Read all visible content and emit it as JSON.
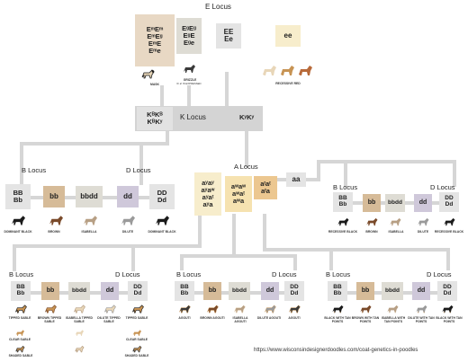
{
  "colors": {
    "black": "#1a1a1a",
    "brown": "#7a4a2a",
    "isabella": "#b79f84",
    "dilute": "#9a9a9a",
    "tan": "#c79353",
    "red": "#b86a3a",
    "cream": "#e8d6b8",
    "line": "#d6d6d6"
  },
  "e_locus": {
    "title": "E Locus",
    "mask_box": "EᵐEᵐ\nEᵐEᵍ\nEᵐE\nEᵐe",
    "mask_label": "MASK",
    "grizzle_box": "EᵍEᵍ\nEᵍE\nEᵍe",
    "grizzle_label": "GRIZZLE",
    "grizzle_note": "IF aʸ IS EXPRESSED",
    "ee_box": "EE\nEe",
    "recessive_box": "ee",
    "recessive_label": "RECESSIVE RED"
  },
  "k_locus": {
    "left_box": "KᴮKᴮ\nKᴮKʸ",
    "title": "K Locus",
    "right_box": "KʸKʸ"
  },
  "left_branch": {
    "b_title": "B Locus",
    "d_title": "D Locus",
    "bb_dom": "BB\nBb",
    "bb": "bb",
    "bbdd": "bbdd",
    "dd": "dd",
    "dd_dom": "DD\nDd",
    "labels": [
      "DOMINANT BLACK",
      "BROWN",
      "ISABELLA",
      "DILUTE",
      "DOMINANT BLACK"
    ]
  },
  "a_locus": {
    "title": "A Locus",
    "sable_box": "aʸaʸ\naʸaʷ\naʸaᵗ\naʸa",
    "agouti_box": "aʷaʷ\naʷaᵗ\naʷa",
    "tan_box": "aᵗaᵗ\naᵗa",
    "aa_box": "aa"
  },
  "right_branch": {
    "b_title": "B Locus",
    "d_title": "D Locus",
    "bb_dom": "BB\nBb",
    "bb": "bb",
    "bbdd": "bbdd",
    "dd": "dd",
    "dd_dom": "DD\nDd",
    "labels": [
      "RECESSIVE BLACK",
      "BROWN",
      "ISABELLA",
      "DILUTE",
      "RECESSIVE BLACK"
    ]
  },
  "sable_branch": {
    "b_title": "B Locus",
    "d_title": "D Locus",
    "bb_dom": "BB\nBb",
    "bb": "bb",
    "bbdd": "bbdd",
    "dd": "dd",
    "dd_dom": "DD\nDd",
    "labels": [
      "TIPPED SABLE",
      "BROWN TIPPED SABLE",
      "ISABELLA TIPPED SABLE",
      "DILUTE TIPPED SABLE",
      "TIPPED SABLE"
    ],
    "clear_label": "CLEAR SABLE",
    "shaded_label": "SHADED SABLE"
  },
  "agouti_branch": {
    "b_title": "B Locus",
    "d_title": "D Locus",
    "bb_dom": "BB\nBb",
    "bb": "bb",
    "bbdd": "bbdd",
    "dd": "dd",
    "dd_dom": "DD\nDd",
    "labels": [
      "AGOUTI",
      "BROWN AGOUTI",
      "ISABELLA AGOUTI",
      "DILUTE AGOUTI",
      "AGOUTI"
    ]
  },
  "tan_branch": {
    "b_title": "B Locus",
    "d_title": "D Locus",
    "bb_dom": "BB\nBb",
    "bb": "bb",
    "bbdd": "bbdd",
    "dd": "dd",
    "dd_dom": "DD\nDd",
    "labels": [
      "BLACK WITH TAN POINTS",
      "BROWN WITH TAN POINTS",
      "ISABELLA WITH TAN POINTS",
      "DILUTE WITH TAN POINTS",
      "BLACK WITH TAN POINTS"
    ]
  },
  "footer": {
    "url": "https://www.wisconsindesignerdoodles.com/coat-genetics-in-poodles"
  }
}
